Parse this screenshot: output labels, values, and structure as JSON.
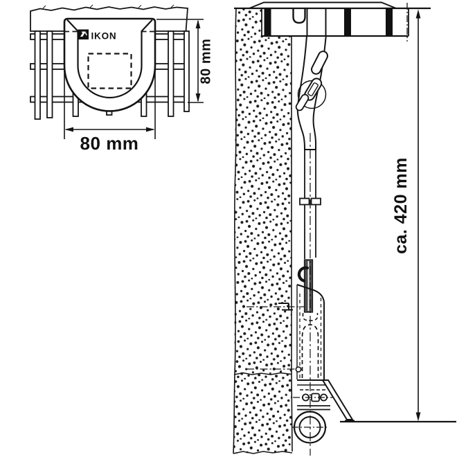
{
  "diagram": {
    "type": "technical-line-drawing",
    "brand": "IKON",
    "logo_icon": "ikon-square-mark",
    "front_view": {
      "description": "plan view of U-shaped grate lock on grille",
      "width_label": "80 mm",
      "height_label": "80 mm"
    },
    "side_view": {
      "description": "side section: wall, grate, locking bar, bracket and eyelet",
      "height_label": "ca. 420 mm"
    },
    "colors": {
      "line": "#141414",
      "background": "#ffffff",
      "fill": "#ffffff",
      "solid_bar": "#4d4d4d"
    }
  }
}
